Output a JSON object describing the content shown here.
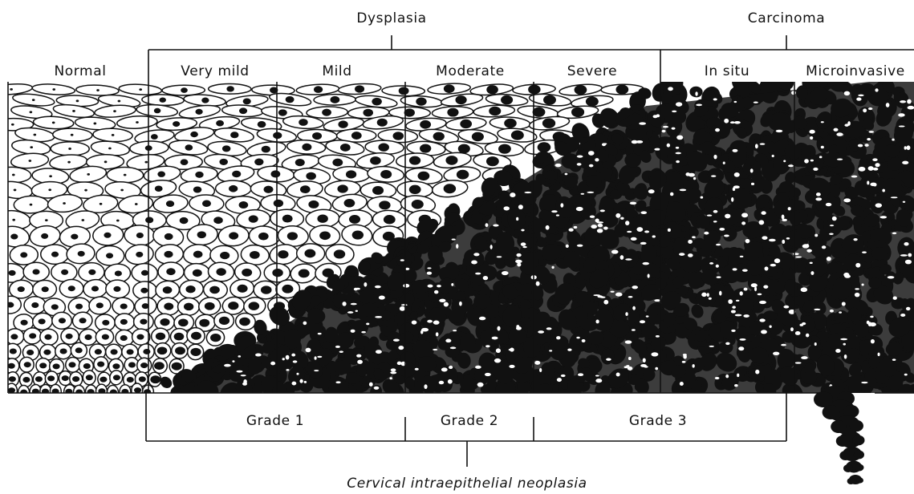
{
  "top_groups": {
    "dysplasia": "Dysplasia",
    "carcinoma": "Carcinoma"
  },
  "stages": [
    {
      "label": "Normal"
    },
    {
      "label": "Very mild"
    },
    {
      "label": "Mild"
    },
    {
      "label": "Moderate"
    },
    {
      "label": "Severe"
    },
    {
      "label": "In situ"
    },
    {
      "label": "Microinvasive"
    }
  ],
  "grades": [
    {
      "label": "Grade 1"
    },
    {
      "label": "Grade 2"
    },
    {
      "label": "Grade 3"
    }
  ],
  "bottom_label": "Cervical intraepithelial neoplasia",
  "colors": {
    "ink": "#111111",
    "paper": "#ffffff"
  }
}
